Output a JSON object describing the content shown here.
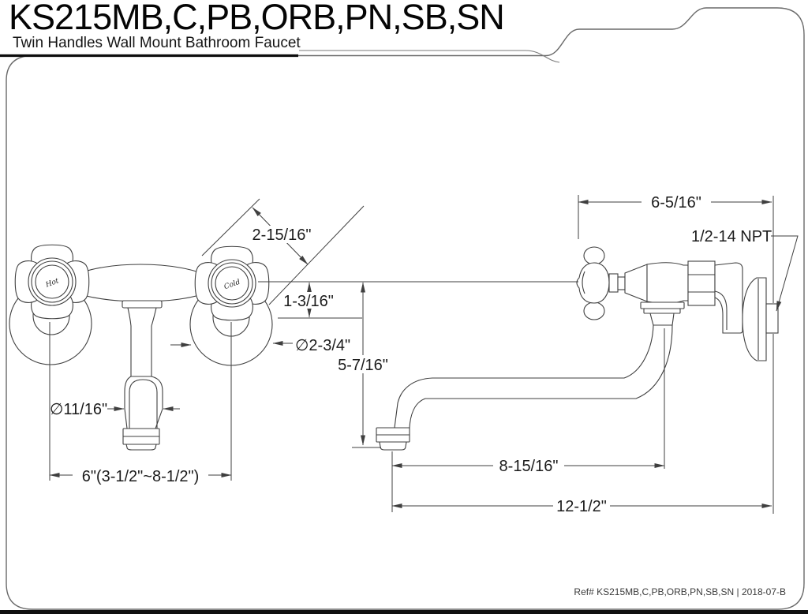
{
  "header": {
    "model": "KS215MB,C,PB,ORB,PN,SB,SN",
    "subtitle": "Twin Handles Wall Mount Bathroom Faucet"
  },
  "footer": {
    "ref_text": "Ref# KS215MB,C,PB,ORB,PN,SB,SN | 2018-07-B"
  },
  "front_view": {
    "hot_label": "Hot",
    "cold_label": "Cold",
    "dims": {
      "handle_diagonal": "2-15/16\"",
      "body_drop": "1-3/16\"",
      "escutcheon_diameter": "∅2-3/4\"",
      "spout_width": "∅11/16\"",
      "center_spread": "6\"(3-1/2\"~8-1/2\")"
    }
  },
  "side_view": {
    "dims": {
      "handle_to_wall": "6-5/16\"",
      "thread_spec": "1/2-14 NPT",
      "spout_drop": "5-7/16\"",
      "spout_reach": "8-15/16\"",
      "overall_depth": "12-1/2\""
    }
  },
  "colors": {
    "line": "#3f3f3f",
    "accent": "#000000",
    "paper": "#ffffff"
  }
}
